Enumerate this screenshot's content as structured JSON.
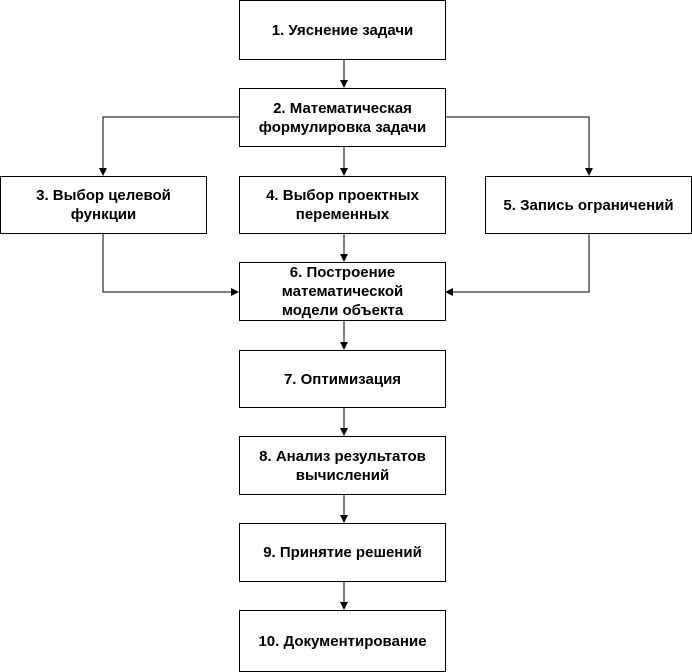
{
  "steps": [
    {
      "id": 1,
      "label": "1. Уяснение задачи"
    },
    {
      "id": 2,
      "label": "2. Математическая\nформулировка задачи"
    },
    {
      "id": 3,
      "label": "3. Выбор целевой\nфункции"
    },
    {
      "id": 4,
      "label": "4. Выбор проектных\nпеременных"
    },
    {
      "id": 5,
      "label": "5. Запись ограничений"
    },
    {
      "id": 6,
      "label": "6. Построение\nматематической\nмодели объекта"
    },
    {
      "id": 7,
      "label": "7. Оптимизация"
    },
    {
      "id": 8,
      "label": "8. Анализ результатов\nвычислений"
    },
    {
      "id": 9,
      "label": "9. Принятие решений"
    },
    {
      "id": 10,
      "label": "10. Документирование"
    }
  ],
  "connections": [
    {
      "from": 1,
      "to": 2
    },
    {
      "from": 2,
      "to": 3
    },
    {
      "from": 2,
      "to": 4
    },
    {
      "from": 2,
      "to": 5
    },
    {
      "from": 3,
      "to": 6
    },
    {
      "from": 4,
      "to": 6
    },
    {
      "from": 5,
      "to": 6
    },
    {
      "from": 6,
      "to": 7
    },
    {
      "from": 7,
      "to": 8
    },
    {
      "from": 8,
      "to": 9
    },
    {
      "from": 9,
      "to": 10
    }
  ]
}
